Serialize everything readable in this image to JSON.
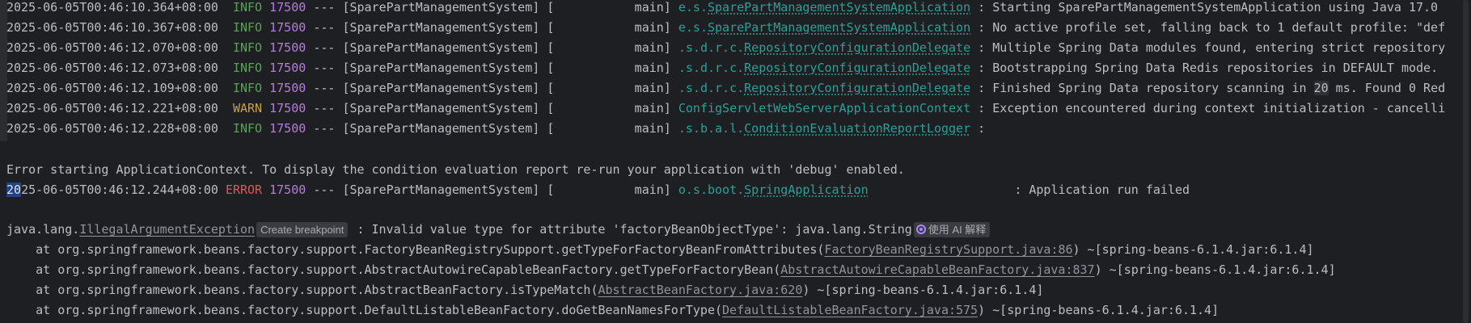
{
  "log_lines": [
    {
      "timestamp": "2025-06-05T00:46:10.364+08:00",
      "level": "INFO",
      "pid": "17500",
      "separator": "---",
      "app": "[SparePartManagementSystem]",
      "thread": "[           main]",
      "logger_prefix": "e.s.",
      "logger_name": "SparePartManagementSystemApplication",
      "logger_pad": "",
      "message": ": Starting SparePartManagementSystemApplication using Java 17.0"
    },
    {
      "timestamp": "2025-06-05T00:46:10.367+08:00",
      "level": "INFO",
      "pid": "17500",
      "separator": "---",
      "app": "[SparePartManagementSystem]",
      "thread": "[           main]",
      "logger_prefix": "e.s.",
      "logger_name": "SparePartManagementSystemApplication",
      "logger_pad": "",
      "message": ": No active profile set, falling back to 1 default profile: \"def"
    },
    {
      "timestamp": "2025-06-05T00:46:12.070+08:00",
      "level": "INFO",
      "pid": "17500",
      "separator": "---",
      "app": "[SparePartManagementSystem]",
      "thread": "[           main]",
      "logger_prefix": ".s.d.r.c.",
      "logger_name": "RepositoryConfigurationDelegate",
      "logger_pad": "",
      "message": ": Multiple Spring Data modules found, entering strict repository"
    },
    {
      "timestamp": "2025-06-05T00:46:12.073+08:00",
      "level": "INFO",
      "pid": "17500",
      "separator": "---",
      "app": "[SparePartManagementSystem]",
      "thread": "[           main]",
      "logger_prefix": ".s.d.r.c.",
      "logger_name": "RepositoryConfigurationDelegate",
      "logger_pad": "",
      "message": ": Bootstrapping Spring Data Redis repositories in DEFAULT mode."
    },
    {
      "timestamp": "2025-06-05T00:46:12.109+08:00",
      "level": "INFO",
      "pid": "17500",
      "separator": "---",
      "app": "[SparePartManagementSystem]",
      "thread": "[           main]",
      "logger_prefix": ".s.d.r.c.",
      "logger_name": "RepositoryConfigurationDelegate",
      "logger_pad": "",
      "message_a": ": Finished Spring Data repository scanning in ",
      "message_hl": "20",
      "message_b": " ms. Found 0 Red"
    },
    {
      "timestamp": "2025-06-05T00:46:12.221+08:00",
      "level": "WARN",
      "pid": "17500",
      "separator": "---",
      "app": "[SparePartManagementSystem]",
      "thread": "[           main]",
      "logger_prefix": "ConfigServletWebServerApplicationContext",
      "logger_name": "",
      "logger_pad": "",
      "message": ": Exception encountered during context initialization - cancelli"
    },
    {
      "timestamp": "2025-06-05T00:46:12.228+08:00",
      "level": "INFO",
      "pid": "17500",
      "separator": "---",
      "app": "[SparePartManagementSystem]",
      "thread": "[           main]",
      "logger_prefix": ".s.b.a.l.",
      "logger_name": "ConditionEvaluationReportLogger",
      "logger_pad": "",
      "message": ":"
    }
  ],
  "error_notice": "Error starting ApplicationContext. To display the condition evaluation report re-run your application with 'debug' enabled.",
  "error_line": {
    "timestamp_sel": "20",
    "timestamp_rest": "25-06-05T00:46:12.244+08:00",
    "level": "ERROR",
    "pid": "17500",
    "separator": "---",
    "app": "[SparePartManagementSystem]",
    "thread": "[           main]",
    "logger_prefix": "o.s.boot.",
    "logger_name": "SpringApplication",
    "logger_pad": "                   ",
    "message": ": Application run failed"
  },
  "exception": {
    "package": "java.lang.",
    "class_name": "IllegalArgumentException",
    "breakpoint_chip": "Create breakpoint",
    "message": " : Invalid value type for attribute 'factoryBeanObjectType': java.lang.String",
    "ai_chip": "使用 AI 解释"
  },
  "stack_frames": [
    {
      "method": "    at org.springframework.beans.factory.support.FactoryBeanRegistrySupport.getTypeForFactoryBeanFromAttributes(",
      "source": "FactoryBeanRegistrySupport.java:86",
      "suffix": ") ~[spring-beans-6.1.4.jar:6.1.4]"
    },
    {
      "method": "    at org.springframework.beans.factory.support.AbstractAutowireCapableBeanFactory.getTypeForFactoryBean(",
      "source": "AbstractAutowireCapableBeanFactory.java:837",
      "suffix": ") ~[spring-beans-6.1.4.jar:6.1.4]"
    },
    {
      "method": "    at org.springframework.beans.factory.support.AbstractBeanFactory.isTypeMatch(",
      "source": "AbstractBeanFactory.java:620",
      "suffix": ") ~[spring-beans-6.1.4.jar:6.1.4]"
    },
    {
      "method": "    at org.springframework.beans.factory.support.DefaultListableBeanFactory.doGetBeanNamesForType(",
      "source": "DefaultListableBeanFactory.java:575",
      "suffix": ") ~[spring-beans-6.1.4.jar:6.1.4]"
    }
  ],
  "colors": {
    "background": "#1e1f22",
    "info": "#5f9e5f",
    "warn": "#c9a14a",
    "error": "#e0565b",
    "pid": "#b57edc",
    "logger": "#2aa198"
  },
  "icons": {
    "ai": "ai-spiral-icon"
  }
}
